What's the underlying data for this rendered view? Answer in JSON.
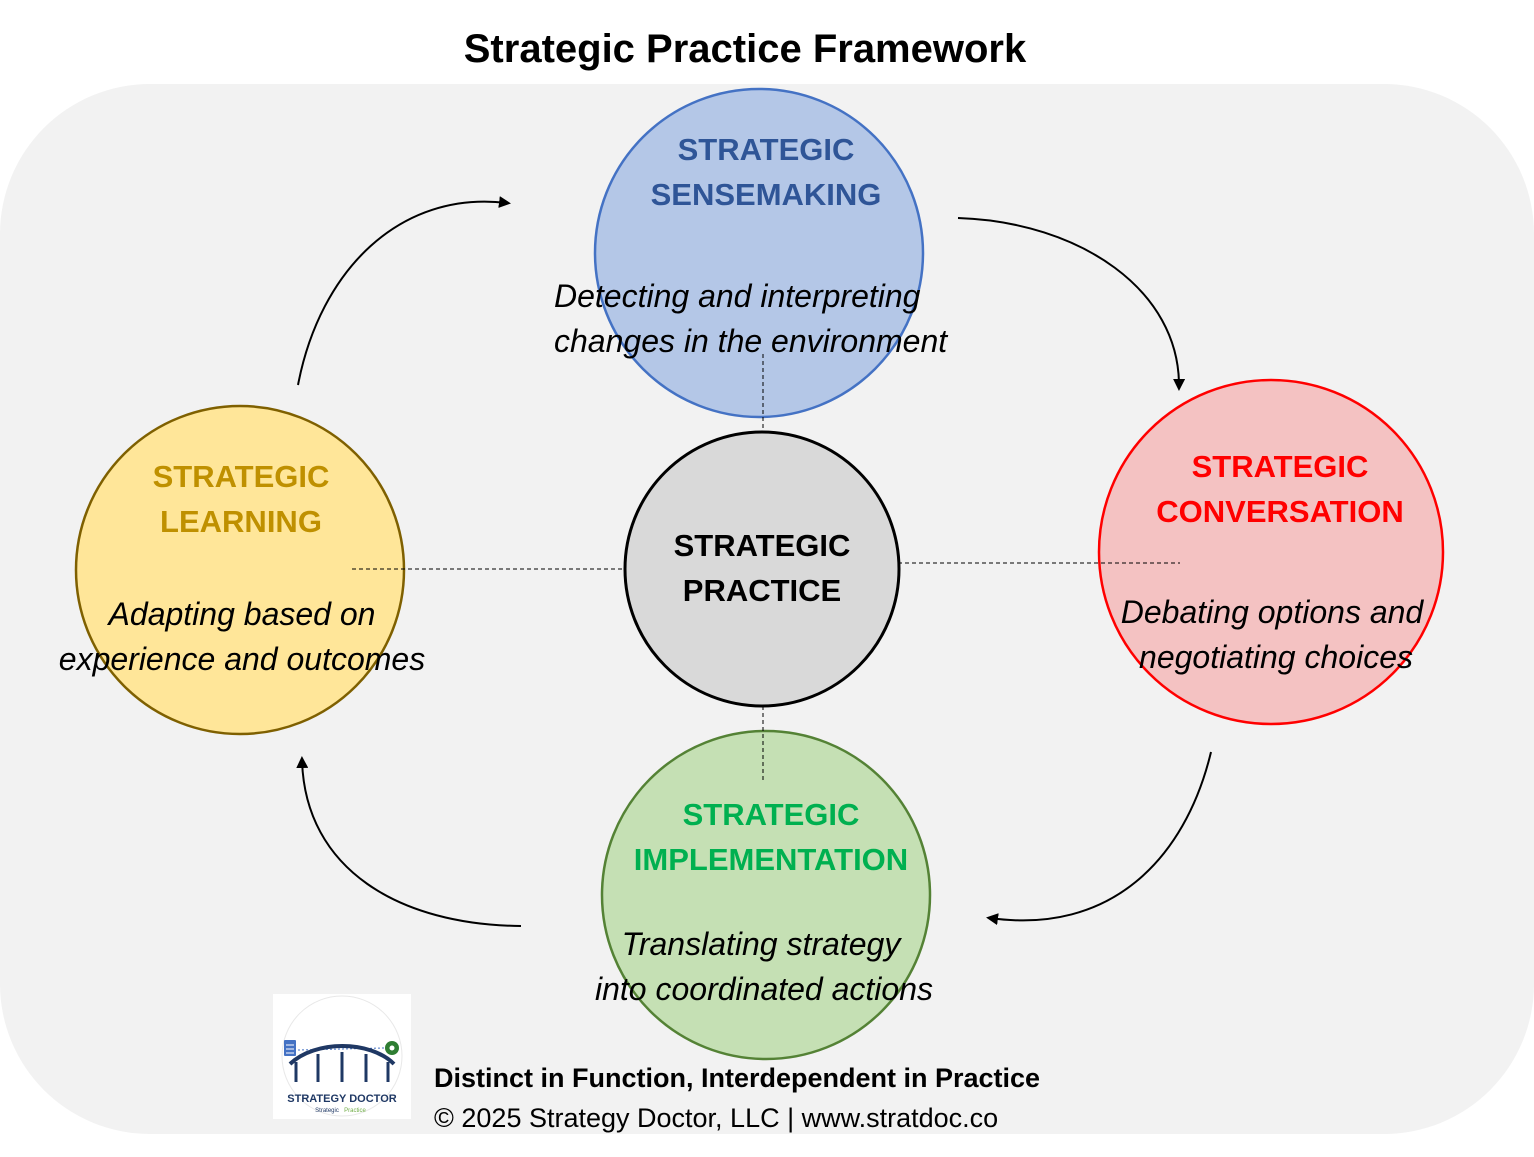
{
  "title": "Strategic Practice Framework",
  "center": {
    "line1": "STRATEGIC",
    "line2": "PRACTICE"
  },
  "nodes": {
    "sensemaking": {
      "line1": "STRATEGIC",
      "line2": "SENSEMAKING",
      "desc1": "Detecting and interpreting",
      "desc2": "changes in the environment",
      "fill": "#b4c7e7",
      "stroke": "#4472c4",
      "text_color": "#2f5597"
    },
    "conversation": {
      "line1": "STRATEGIC",
      "line2": "CONVERSATION",
      "desc1": "Debating options and",
      "desc2": "negotiating choices",
      "fill": "#f4c2c2",
      "stroke": "#ff0000",
      "text_color": "#ff0000"
    },
    "implementation": {
      "line1": "STRATEGIC",
      "line2": "IMPLEMENTATION",
      "desc1": "Translating strategy",
      "desc2": "into coordinated actions",
      "fill": "#c5e0b4",
      "stroke": "#548235",
      "text_color": "#00b050"
    },
    "learning": {
      "line1": "STRATEGIC",
      "line2": "LEARNING",
      "desc1": "Adapting based on",
      "desc2": "experience and outcomes",
      "fill": "#ffe699",
      "stroke": "#7f6000",
      "text_color": "#bf9000"
    }
  },
  "center_fill": "#d9d9d9",
  "background_panel": "#f2f2f2",
  "footer": {
    "tagline": "Distinct in Function, Interdependent in Practice",
    "copyright": "©   2025 Strategy Doctor, LLC | www.stratdoc.co"
  },
  "logo": {
    "name": "STRATEGY DOCTOR",
    "sub1": "Strategic",
    "sub2": "Practice",
    "sub1_color": "#1f3864",
    "sub2_color": "#70ad47"
  }
}
